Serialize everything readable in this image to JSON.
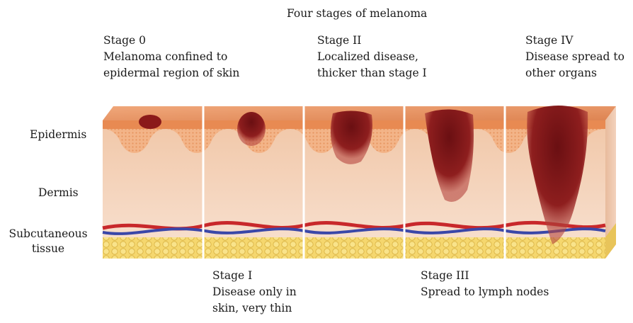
{
  "title": "Four stages of melanoma",
  "stages": [
    {
      "name": "Stage 0",
      "desc1": "Melanoma confined to",
      "desc2": "epidermal region of skin"
    },
    {
      "name": "Stage I",
      "desc1": "Disease only in",
      "desc2": "skin, very thin"
    },
    {
      "name": "Stage II",
      "desc1": "Localized disease,",
      "desc2": "thicker than stage I"
    },
    {
      "name": "Stage III",
      "desc1": "Spread to lymph nodes",
      "desc2": ""
    },
    {
      "name": "Stage IV",
      "desc1": "Disease spread to",
      "desc2": "other organs"
    }
  ],
  "layers": {
    "epidermis": "Epidermis",
    "dermis": "Dermis",
    "subcutaneous1": "Subcutaneous",
    "subcutaneous2": "tissue"
  },
  "colors": {
    "epidermis": "#e8965a",
    "dermis_top": "#f3cdb2",
    "dermis_bottom": "#f7dcc8",
    "fat": "#f2d36a",
    "artery": "#c8282b",
    "vein": "#3a47a8",
    "tumor": "#7a1616"
  }
}
